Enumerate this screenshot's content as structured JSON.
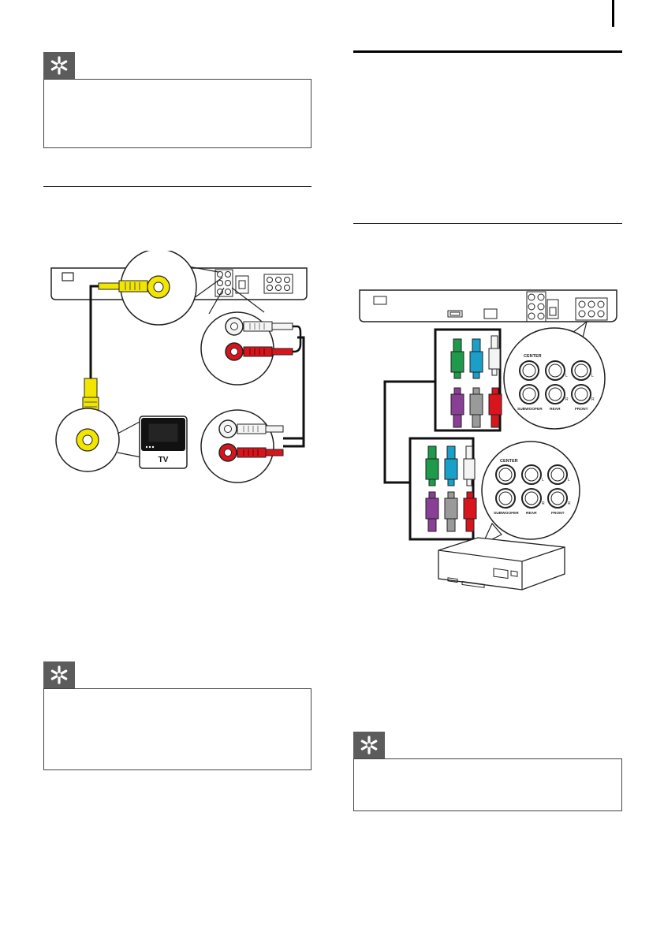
{
  "left_diagram": {
    "tv_label": "TV"
  },
  "right_diagram": {
    "panel_top": {
      "center": "CENTER",
      "subwoofer": "SUBWOOFER",
      "rear": "REAR",
      "front": "FRONT",
      "l1": "L",
      "l2": "L",
      "r1": "R",
      "r2": "R"
    },
    "panel_bottom": {
      "center": "CENTER",
      "subwoofer": "SUBWOOFER",
      "rear": "REAR",
      "front": "FRONT",
      "l1": "L",
      "l2": "L",
      "r1": "R",
      "r2": "R"
    }
  },
  "colors": {
    "tip_badge": "#5c5c5c",
    "rca_yellow": "#f2e600",
    "rca_red": "#d8141c",
    "rca_white": "#f4f4f4",
    "rca_green": "#1f9a4a",
    "rca_blue": "#1aa0c8",
    "rca_purple": "#8a3f96",
    "rca_gray": "#9a9a9a"
  },
  "icons": {
    "tip": "asterisk-tip-icon"
  }
}
